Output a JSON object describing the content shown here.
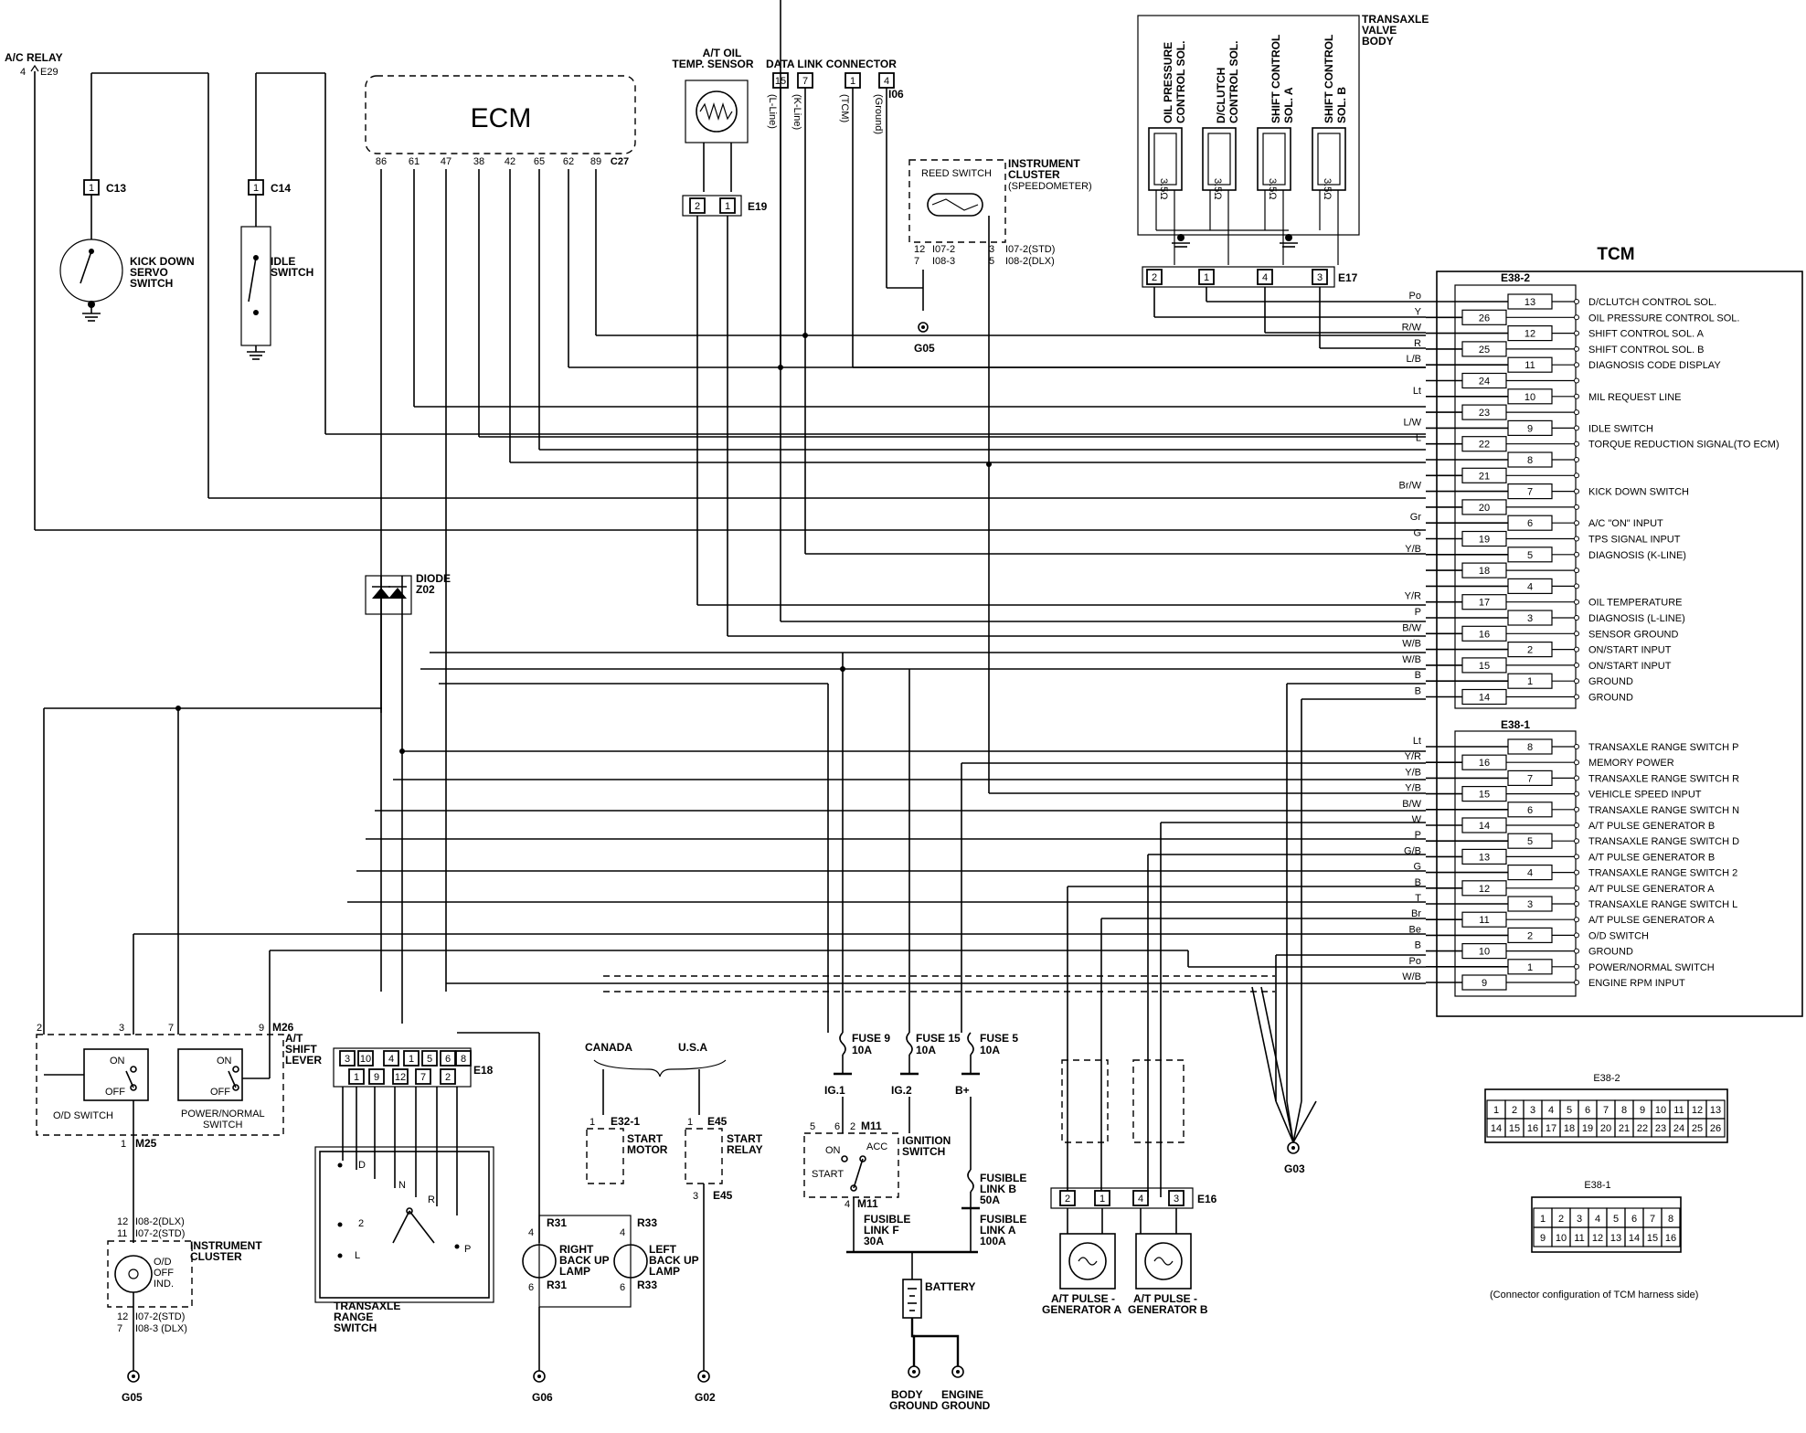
{
  "ecm": {
    "label": "ECM",
    "pins": [
      "86",
      "61",
      "47",
      "38",
      "42",
      "65",
      "62",
      "89"
    ],
    "connector": "C27"
  },
  "tcm": {
    "label": "TCM",
    "e382": {
      "label": "E38-2",
      "rows": [
        {
          "color": "Po",
          "pin": "13",
          "fn": "D/CLUTCH CONTROL SOL.",
          "pos": "right"
        },
        {
          "color": "Y",
          "pin": "26",
          "fn": "OIL PRESSURE CONTROL SOL.",
          "pos": "left"
        },
        {
          "color": "R/W",
          "pin": "12",
          "fn": "SHIFT CONTROL SOL. A",
          "pos": "right"
        },
        {
          "color": "R",
          "pin": "25",
          "fn": "SHIFT CONTROL SOL. B",
          "pos": "left"
        },
        {
          "color": "L/B",
          "pin": "11",
          "fn": "DIAGNOSIS CODE DISPLAY",
          "pos": "right"
        },
        {
          "color": "",
          "pin": "24",
          "fn": "",
          "pos": "left"
        },
        {
          "color": "Lt",
          "pin": "10",
          "fn": "MIL REQUEST LINE",
          "pos": "right"
        },
        {
          "color": "",
          "pin": "23",
          "fn": "",
          "pos": "left"
        },
        {
          "color": "L/W",
          "pin": "9",
          "fn": "IDLE SWITCH",
          "pos": "right"
        },
        {
          "color": "L",
          "pin": "22",
          "fn": "TORQUE REDUCTION SIGNAL(TO ECM)",
          "pos": "left"
        },
        {
          "color": "",
          "pin": "8",
          "fn": "",
          "pos": "right"
        },
        {
          "color": "",
          "pin": "21",
          "fn": "",
          "pos": "left"
        },
        {
          "color": "Br/W",
          "pin": "7",
          "fn": "KICK DOWN SWITCH",
          "pos": "right"
        },
        {
          "color": "",
          "pin": "20",
          "fn": "",
          "pos": "left"
        },
        {
          "color": "Gr",
          "pin": "6",
          "fn": "A/C \"ON\" INPUT",
          "pos": "right"
        },
        {
          "color": "G",
          "pin": "19",
          "fn": "TPS SIGNAL INPUT",
          "pos": "left"
        },
        {
          "color": "Y/B",
          "pin": "5",
          "fn": "DIAGNOSIS (K-LINE)",
          "pos": "right"
        },
        {
          "color": "",
          "pin": "18",
          "fn": "",
          "pos": "left"
        },
        {
          "color": "",
          "pin": "4",
          "fn": "",
          "pos": "right"
        },
        {
          "color": "Y/R",
          "pin": "17",
          "fn": "OIL TEMPERATURE",
          "pos": "left"
        },
        {
          "color": "P",
          "pin": "3",
          "fn": "DIAGNOSIS (L-LINE)",
          "pos": "right"
        },
        {
          "color": "B/W",
          "pin": "16",
          "fn": "SENSOR GROUND",
          "pos": "left"
        },
        {
          "color": "W/B",
          "pin": "2",
          "fn": "ON/START INPUT",
          "pos": "right"
        },
        {
          "color": "W/B",
          "pin": "15",
          "fn": "ON/START INPUT",
          "pos": "left"
        },
        {
          "color": "B",
          "pin": "1",
          "fn": "GROUND",
          "pos": "right"
        },
        {
          "color": "B",
          "pin": "14",
          "fn": "GROUND",
          "pos": "left"
        }
      ]
    },
    "e381": {
      "label": "E38-1",
      "rows": [
        {
          "color": "Lt",
          "pin": "8",
          "fn": "TRANSAXLE RANGE SWITCH P",
          "pos": "right"
        },
        {
          "color": "Y/R",
          "pin": "16",
          "fn": "MEMORY POWER",
          "pos": "left"
        },
        {
          "color": "Y/B",
          "pin": "7",
          "fn": "TRANSAXLE RANGE SWITCH R",
          "pos": "right"
        },
        {
          "color": "Y/B",
          "pin": "15",
          "fn": "VEHICLE SPEED INPUT",
          "pos": "left"
        },
        {
          "color": "B/W",
          "pin": "6",
          "fn": "TRANSAXLE RANGE SWITCH N",
          "pos": "right"
        },
        {
          "color": "W",
          "pin": "14",
          "fn": "A/T PULSE GENERATOR B",
          "pos": "left"
        },
        {
          "color": "P",
          "pin": "5",
          "fn": "TRANSAXLE RANGE SWITCH D",
          "pos": "right"
        },
        {
          "color": "G/B",
          "pin": "13",
          "fn": "A/T PULSE GENERATOR B",
          "pos": "left"
        },
        {
          "color": "G",
          "pin": "4",
          "fn": "TRANSAXLE RANGE SWITCH 2",
          "pos": "right"
        },
        {
          "color": "B",
          "pin": "12",
          "fn": "A/T PULSE GENERATOR A",
          "pos": "left"
        },
        {
          "color": "T",
          "pin": "3",
          "fn": "TRANSAXLE RANGE SWITCH L",
          "pos": "right"
        },
        {
          "color": "Br",
          "pin": "11",
          "fn": "A/T PULSE GENERATOR A",
          "pos": "left"
        },
        {
          "color": "Be",
          "pin": "2",
          "fn": "O/D SWITCH",
          "pos": "right"
        },
        {
          "color": "B",
          "pin": "10",
          "fn": "GROUND",
          "pos": "left"
        },
        {
          "color": "Po",
          "pin": "1",
          "fn": "POWER/NORMAL SWITCH",
          "pos": "right"
        },
        {
          "color": "W/B",
          "pin": "9",
          "fn": "ENGINE RPM INPUT",
          "pos": "left"
        }
      ]
    }
  },
  "ac_relay": {
    "label": "A/C RELAY",
    "pin": "4",
    "conn": "E29"
  },
  "kickdown": {
    "conn_pin": "1",
    "conn": "C13",
    "label": [
      "KICK DOWN",
      "SERVO",
      "SWITCH"
    ]
  },
  "idle": {
    "conn_pin": "1",
    "conn": "C14",
    "label": [
      "IDLE",
      "SWITCH"
    ]
  },
  "oil_sensor": {
    "label": [
      "A/T OIL",
      "TEMP. SENSOR"
    ],
    "pins": [
      "2",
      "1"
    ],
    "conn": "E19"
  },
  "dlc": {
    "label": "DATA LINK CONNECTOR",
    "pins": [
      "15",
      "7",
      "1",
      "4"
    ],
    "signals": [
      "(L-Line)",
      "(K-Line)",
      "(TCM)",
      "(Ground)"
    ],
    "conn": "I06"
  },
  "cluster_top": {
    "label": [
      "INSTRUMENT",
      "CLUSTER",
      "(SPEEDOMETER)"
    ],
    "reed": "REED SWITCH",
    "left_pins": [
      "12",
      "7"
    ],
    "left_conns": [
      "I07-2",
      "I08-3"
    ],
    "right_pins": [
      "3",
      "5"
    ],
    "right_conns": [
      "I07-2(STD)",
      "I08-2(DLX)"
    ]
  },
  "valve_body": {
    "label": [
      "TRANSAXLE",
      "VALVE",
      "BODY"
    ],
    "sols": [
      [
        "OIL PRESSURE",
        "CONTROL SOL."
      ],
      [
        "D/CLUTCH",
        "CONTROL SOL."
      ],
      [
        "SHIFT CONTROL",
        "SOL. A"
      ],
      [
        "SHIFT CONTROL",
        "SOL. B"
      ]
    ],
    "sol_vals": [
      "3.5Ω",
      "3.5Ω",
      "3.5Ω",
      "3.5Ω"
    ],
    "pins": [
      "2",
      "1",
      "4",
      "3"
    ],
    "conn": "E17"
  },
  "diode": {
    "label": [
      "DIODE",
      "Z02"
    ]
  },
  "grounds": {
    "g05": "G05",
    "g06": "G06",
    "g02": "G02",
    "g03": "G03",
    "body": [
      "BODY",
      "GROUND"
    ],
    "engine": [
      "ENGINE",
      "GROUND"
    ]
  },
  "shift_lever": {
    "conn": "M26",
    "label": [
      "A/T",
      "SHIFT",
      "LEVER"
    ],
    "pins": [
      "2",
      "3",
      "7",
      "9"
    ],
    "on": "ON",
    "off": "OFF",
    "od": "O/D SWITCH",
    "pn": [
      "POWER/NORMAL",
      "SWITCH"
    ],
    "m25": "M25",
    "m25pin": "1"
  },
  "cluster_bottom": {
    "label": [
      "INSTRUMENT",
      "CLUSTER"
    ],
    "ind": [
      "O/D",
      "OFF",
      "IND."
    ],
    "top_pins": [
      "12",
      "11"
    ],
    "top_conns": [
      "I08-2(DLX)",
      "I07-2(STD)"
    ],
    "bot_pins": [
      "12",
      "7"
    ],
    "bot_conns": [
      "I07-2(STD)",
      "I08-3 (DLX)"
    ]
  },
  "e18": {
    "conn": "E18",
    "top": [
      "3",
      "10",
      "4",
      "1",
      "5",
      "6",
      "8"
    ],
    "bottom": [
      "1",
      "9",
      "12",
      "7",
      "2"
    ],
    "range_label": [
      "TRANSAXLE",
      "RANGE",
      "SWITCH"
    ],
    "positions": [
      "D",
      "N",
      "R",
      "2",
      "L",
      "P"
    ]
  },
  "backup": {
    "right": {
      "conn": "R31",
      "pin_top": "4",
      "pin_bot": "6",
      "label": [
        "RIGHT",
        "BACK UP",
        "LAMP"
      ]
    },
    "left": {
      "conn": "R33",
      "pin_top": "4",
      "pin_bot": "6",
      "label": [
        "LEFT",
        "BACK UP",
        "LAMP"
      ]
    }
  },
  "start": {
    "canada": "CANADA",
    "usa": "U.S.A",
    "motor": {
      "conn": "E32-1",
      "pin": "1",
      "label": [
        "START",
        "MOTOR"
      ]
    },
    "relay": {
      "conn": "E45",
      "pin_top": "1",
      "pin_bot": "3",
      "label": [
        "START",
        "RELAY"
      ]
    }
  },
  "fuses": [
    {
      "label": "FUSE 9",
      "amp": "10A",
      "bus": "IG.1"
    },
    {
      "label": "FUSE 15",
      "amp": "10A",
      "bus": "IG.2"
    },
    {
      "label": "FUSE 5",
      "amp": "10A",
      "bus": "B+"
    }
  ],
  "ignition": {
    "conn": "M11",
    "label": [
      "IGNITION",
      "SWITCH"
    ],
    "pins": [
      "5",
      "6",
      "2",
      "4"
    ],
    "on": "ON",
    "acc": "ACC",
    "start": "START"
  },
  "fusible": [
    {
      "label": [
        "FUSIBLE",
        "LINK F",
        "30A"
      ]
    },
    {
      "label": [
        "FUSIBLE",
        "LINK B",
        "50A"
      ]
    },
    {
      "label": [
        "FUSIBLE",
        "LINK A",
        "100A"
      ]
    }
  ],
  "battery": "BATTERY",
  "pulse": {
    "conn": "E16",
    "pins": [
      "2",
      "1",
      "4",
      "3"
    ],
    "a": [
      "A/T PULSE -",
      "GENERATOR A"
    ],
    "b": [
      "A/T PULSE -",
      "GENERATOR B"
    ]
  },
  "conn_cfg": {
    "e382_label": "E38-2",
    "e382_top": [
      "1",
      "2",
      "3",
      "4",
      "5",
      "6",
      "7",
      "8",
      "9",
      "10",
      "11",
      "12",
      "13"
    ],
    "e382_bot": [
      "14",
      "15",
      "16",
      "17",
      "18",
      "19",
      "20",
      "21",
      "22",
      "23",
      "24",
      "25",
      "26"
    ],
    "e381_label": "E38-1",
    "e381_top": [
      "1",
      "2",
      "3",
      "4",
      "5",
      "6",
      "7",
      "8"
    ],
    "e381_bot": [
      "9",
      "10",
      "11",
      "12",
      "13",
      "14",
      "15",
      "16"
    ],
    "caption": "(Connector configuration of TCM harness side)"
  }
}
